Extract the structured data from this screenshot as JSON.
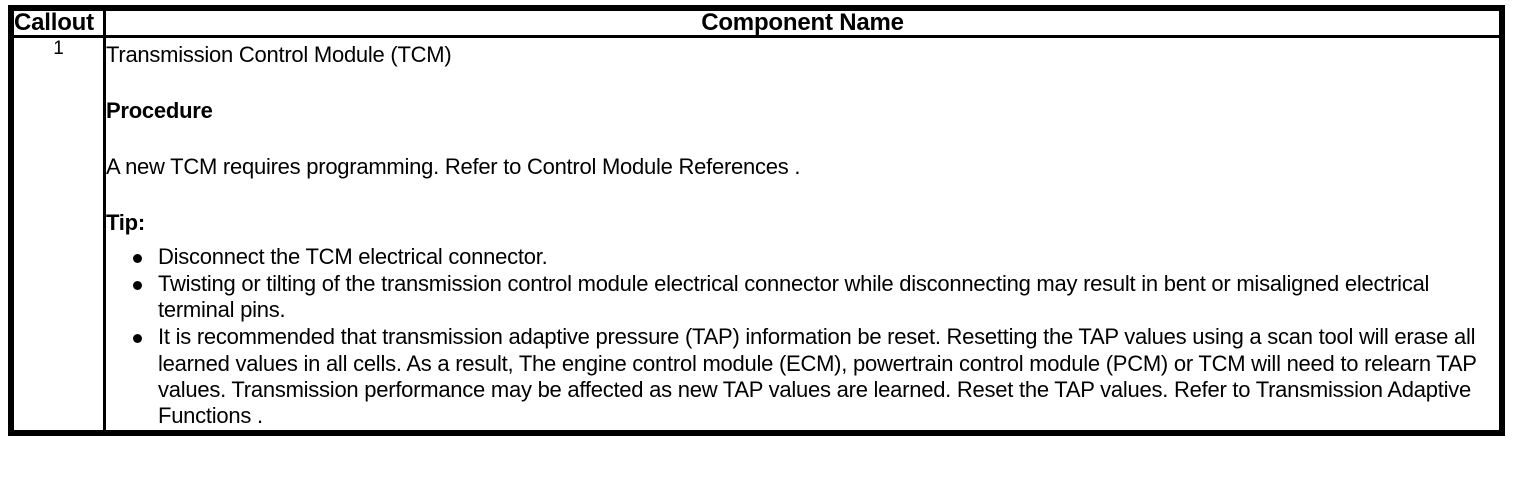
{
  "table": {
    "headers": {
      "callout": "Callout",
      "component_name": "Component Name"
    },
    "rows": [
      {
        "callout": "1",
        "title": "Transmission Control Module (TCM)",
        "procedure_heading": "Procedure",
        "procedure_text": "A new TCM requires programming. Refer to Control Module References .",
        "tip_heading": "Tip:",
        "tips": [
          "Disconnect the TCM electrical connector.",
          "Twisting or tilting of the transmission control module electrical connector while disconnecting may result in bent or misaligned electrical terminal pins.",
          "It is recommended that transmission adaptive pressure (TAP) information be reset. Resetting the TAP values using a scan tool will erase all learned values in all cells. As a result, The engine control module (ECM), powertrain control module (PCM) or TCM will need to relearn TAP values. Transmission performance may be affected as new TAP values are learned. Reset the TAP values. Refer to Transmission Adaptive Functions ."
        ]
      }
    ]
  },
  "colors": {
    "border": "#000000",
    "text": "#000000",
    "background": "#ffffff"
  }
}
